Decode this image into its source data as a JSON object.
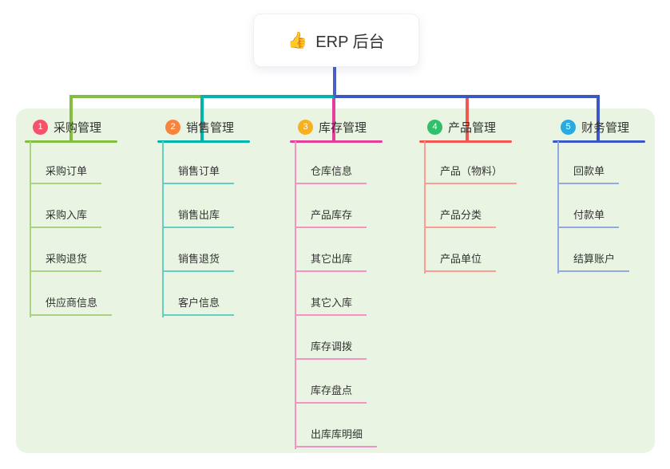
{
  "root": {
    "icon": "👍",
    "label": "ERP 后台"
  },
  "colors": {
    "canvas_background": "#ffffff",
    "panel_background": "#e9f5e2",
    "root_connector": "#4a5fc9",
    "text": "#333333"
  },
  "branches": [
    {
      "number": "1",
      "title": "采购管理",
      "badge_color": "#f4536b",
      "accent_color": "#84bd41",
      "light_color": "#a9d383",
      "children": [
        "采购订单",
        "采购入库",
        "采购退货",
        "供应商信息"
      ]
    },
    {
      "number": "2",
      "title": "销售管理",
      "badge_color": "#f8853e",
      "accent_color": "#00b3ab",
      "light_color": "#66cdc5",
      "children": [
        "销售订单",
        "销售出库",
        "销售退货",
        "客户信息"
      ]
    },
    {
      "number": "3",
      "title": "库存管理",
      "badge_color": "#f7b021",
      "accent_color": "#e53f9c",
      "light_color": "#f492c3",
      "children": [
        "仓库信息",
        "产品库存",
        "其它出库",
        "其它入库",
        "库存调拨",
        "库存盘点",
        "出库库明细"
      ]
    },
    {
      "number": "4",
      "title": "产品管理",
      "badge_color": "#30bf6a",
      "accent_color": "#f25750",
      "light_color": "#f89e96",
      "children": [
        "产品（物料）",
        "产品分类",
        "产品单位"
      ]
    },
    {
      "number": "5",
      "title": "财务管理",
      "badge_color": "#29abe2",
      "accent_color": "#3b57c4",
      "light_color": "#92a8e0",
      "children": [
        "回款单",
        "付款单",
        "结算账户"
      ]
    }
  ]
}
